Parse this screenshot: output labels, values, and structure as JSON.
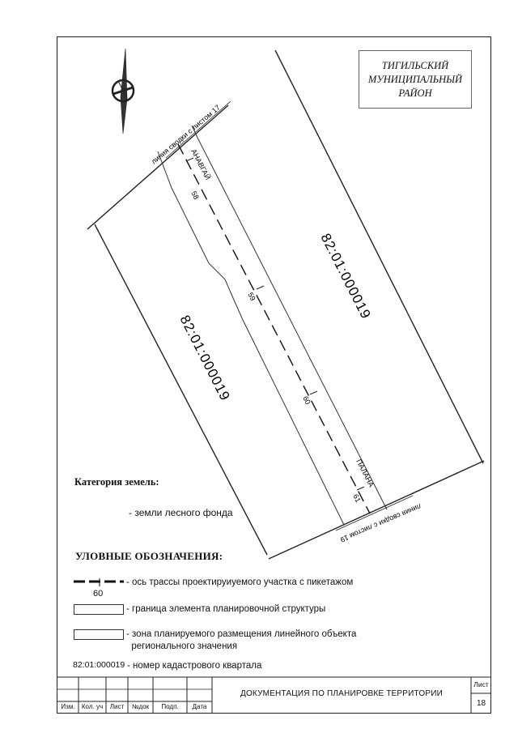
{
  "district": {
    "name": "ТИГИЛЬСКИЙ\nМУНИЦИПАЛЬНЫЙ\nРАЙОН"
  },
  "map": {
    "sheet_join_top": "линия сводки с листом 17",
    "sheet_join_bottom": "линия сводки с листом 19",
    "place_top": "АНАВГАЙ",
    "place_bottom": "ПАЛАНА",
    "cadastral_left": "82:01:000019",
    "cadastral_right": "82:01:000019",
    "pickets": [
      "58",
      "59",
      "60",
      "61"
    ]
  },
  "category": {
    "title": "Категория земель:",
    "item": "- земли лесного фонда"
  },
  "legend": {
    "title": "УЛОВНЫЕ ОБОЗНАЧЕНИЯ:",
    "axis": "- ось трассы проектируиуемого участка с пикетажом",
    "axis_picket": "60",
    "boundary": "- граница элемента планировочной структуры",
    "zone": "- зона планируемого размещения линейного объекта\n  регионального значения",
    "cadastral_code": "82:01:000019",
    "cadastral": "- номер кадастрового квартала"
  },
  "title_block": {
    "headers": [
      "Изм.",
      "Кол. уч",
      "Лист",
      "№док",
      "Подп.",
      "Дата"
    ],
    "document_title": "ДОКУМЕНТАЦИЯ ПО ПЛАНИРОВКЕ ТЕРРИТОРИИ",
    "sheet_label": "Лист",
    "sheet_number": "18"
  },
  "colors": {
    "line": "#222222",
    "frame": "#666666"
  }
}
